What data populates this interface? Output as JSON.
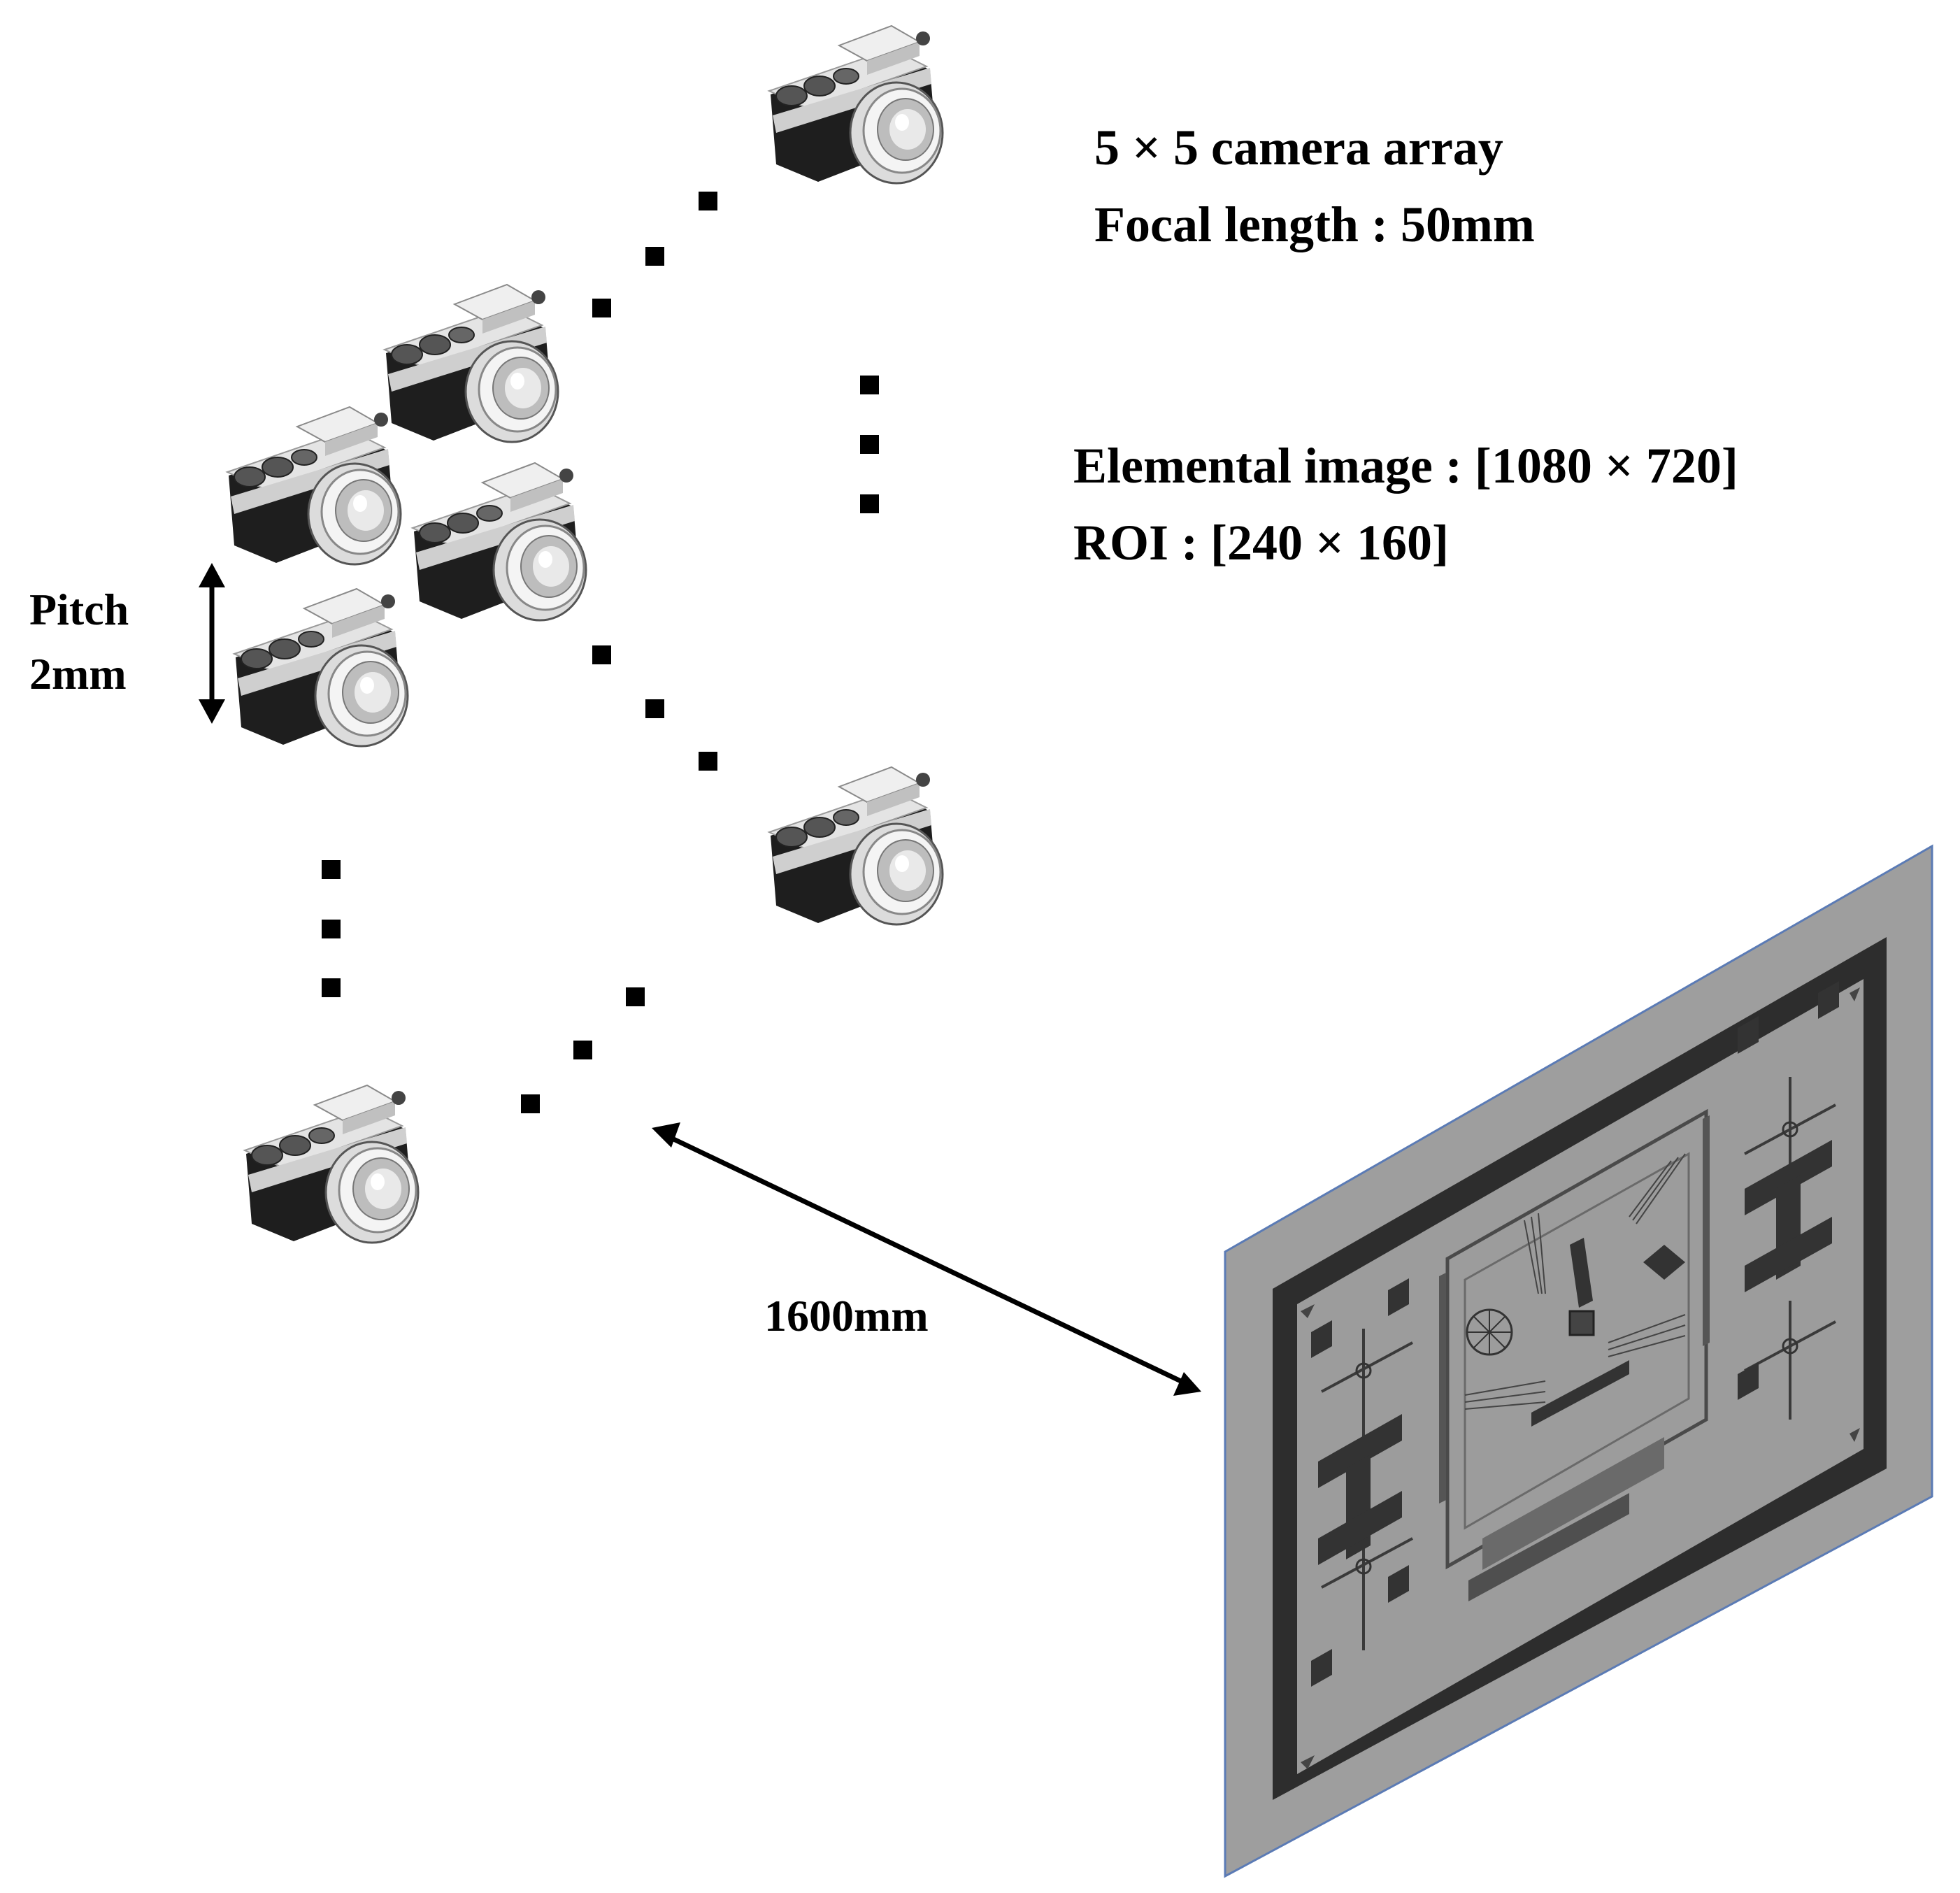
{
  "text": {
    "array_line1": "5 × 5 camera array",
    "array_line2": "Focal length : 50mm",
    "image_line1": "Elemental image : [1080 × 720]",
    "image_line2": "ROI : [240 × 160]",
    "pitch_line1": "Pitch",
    "pitch_line2": "2mm",
    "distance": "1600mm"
  },
  "icons": {
    "camera": "camera-icon",
    "ellipsis": "ellipsis-dots",
    "target": "resolution-test-chart"
  },
  "colors": {
    "target_surface": "#9e9e9e",
    "target_border": "#2d2d2d",
    "target_edge": "#5b7bb5"
  }
}
